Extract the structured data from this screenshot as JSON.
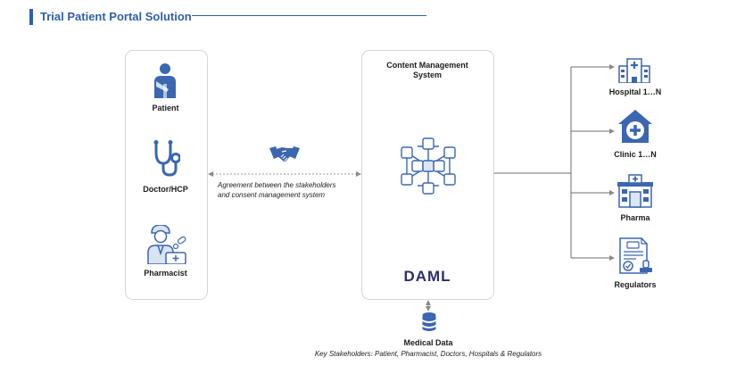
{
  "title": "Trial Patient Portal Solution",
  "stakeholders": [
    {
      "label": "Patient",
      "icon": "patient-icon"
    },
    {
      "label": "Doctor/HCP",
      "icon": "stethoscope-icon"
    },
    {
      "label": "Pharmacist",
      "icon": "pharmacist-icon"
    }
  ],
  "agreement": {
    "line1": "Agreement  between  the  stakeholders",
    "line2": "and consent management system",
    "icon": "handshake-icon"
  },
  "cms": {
    "title_line1": "Content Management",
    "title_line2": "System",
    "icon": "network-cubes-icon",
    "logo_text": "DAML"
  },
  "medical": {
    "label": "Medical Data",
    "caption": "Key Stakeholders: Patient, Pharmacist, Doctors, Hospitals & Regulators",
    "icon": "database-icon"
  },
  "targets": [
    {
      "label": "Hospital 1…N",
      "icon": "hospital-icon"
    },
    {
      "label": "Clinic 1…N",
      "icon": "clinic-icon"
    },
    {
      "label": "Pharma",
      "icon": "pharma-building-icon"
    },
    {
      "label": "Regulators",
      "icon": "regulator-document-icon"
    }
  ],
  "colors": {
    "accent": "#2f5faa",
    "icon_blue": "#3b66b0",
    "logo": "#2a2f72"
  }
}
